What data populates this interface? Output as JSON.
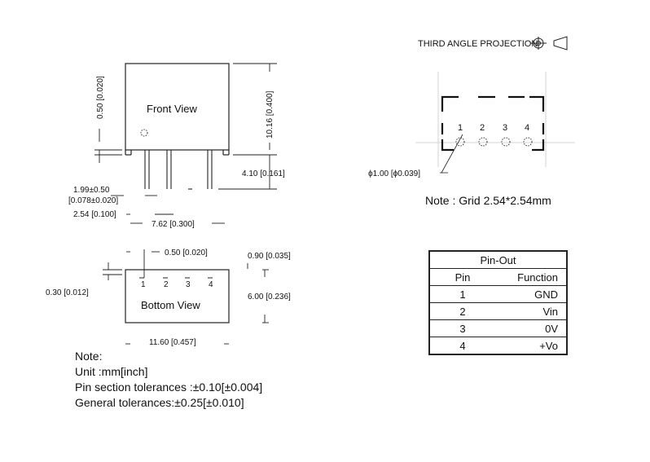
{
  "projection": "THIRD ANGLE PROJECTION",
  "front_view": {
    "label": "Front View",
    "dim_height_left": "0.50 [0.020]",
    "dim_height_right": "10.16 [0.400]",
    "dim_pin_length": "4.10 [0.161]",
    "dim_pin_offset": "1.99±0.50",
    "dim_pin_offset_inch": "[0.078±0.020]",
    "dim_pitch": "2.54 [0.100]",
    "dim_span": "7.62 [0.300]"
  },
  "bottom_view": {
    "label": "Bottom View",
    "pins": [
      "1",
      "2",
      "3",
      "4"
    ],
    "dim_pin_offset": "0.50 [0.020]",
    "dim_pin_row": "0.30 [0.012]",
    "dim_right_top": "0.90 [0.035]",
    "dim_right_height": "6.00 [0.236]",
    "dim_width": "11.60 [0.457]"
  },
  "footprint": {
    "pins": [
      "1",
      "2",
      "3",
      "4"
    ],
    "hole_dim": "ϕ1.00 [ϕ0.039]",
    "grid_note": "Note : Grid 2.54*2.54mm"
  },
  "notes": [
    "Note:",
    "Unit :mm[inch]",
    "Pin section tolerances :±0.10[±0.004]",
    "General tolerances:±0.25[±0.010]"
  ],
  "pinout": {
    "title": "Pin-Out",
    "headers": [
      "Pin",
      "Function"
    ],
    "rows": [
      {
        "pin": "1",
        "function": "GND"
      },
      {
        "pin": "2",
        "function": "Vin"
      },
      {
        "pin": "3",
        "function": "0V"
      },
      {
        "pin": "4",
        "function": "+Vo"
      }
    ]
  }
}
